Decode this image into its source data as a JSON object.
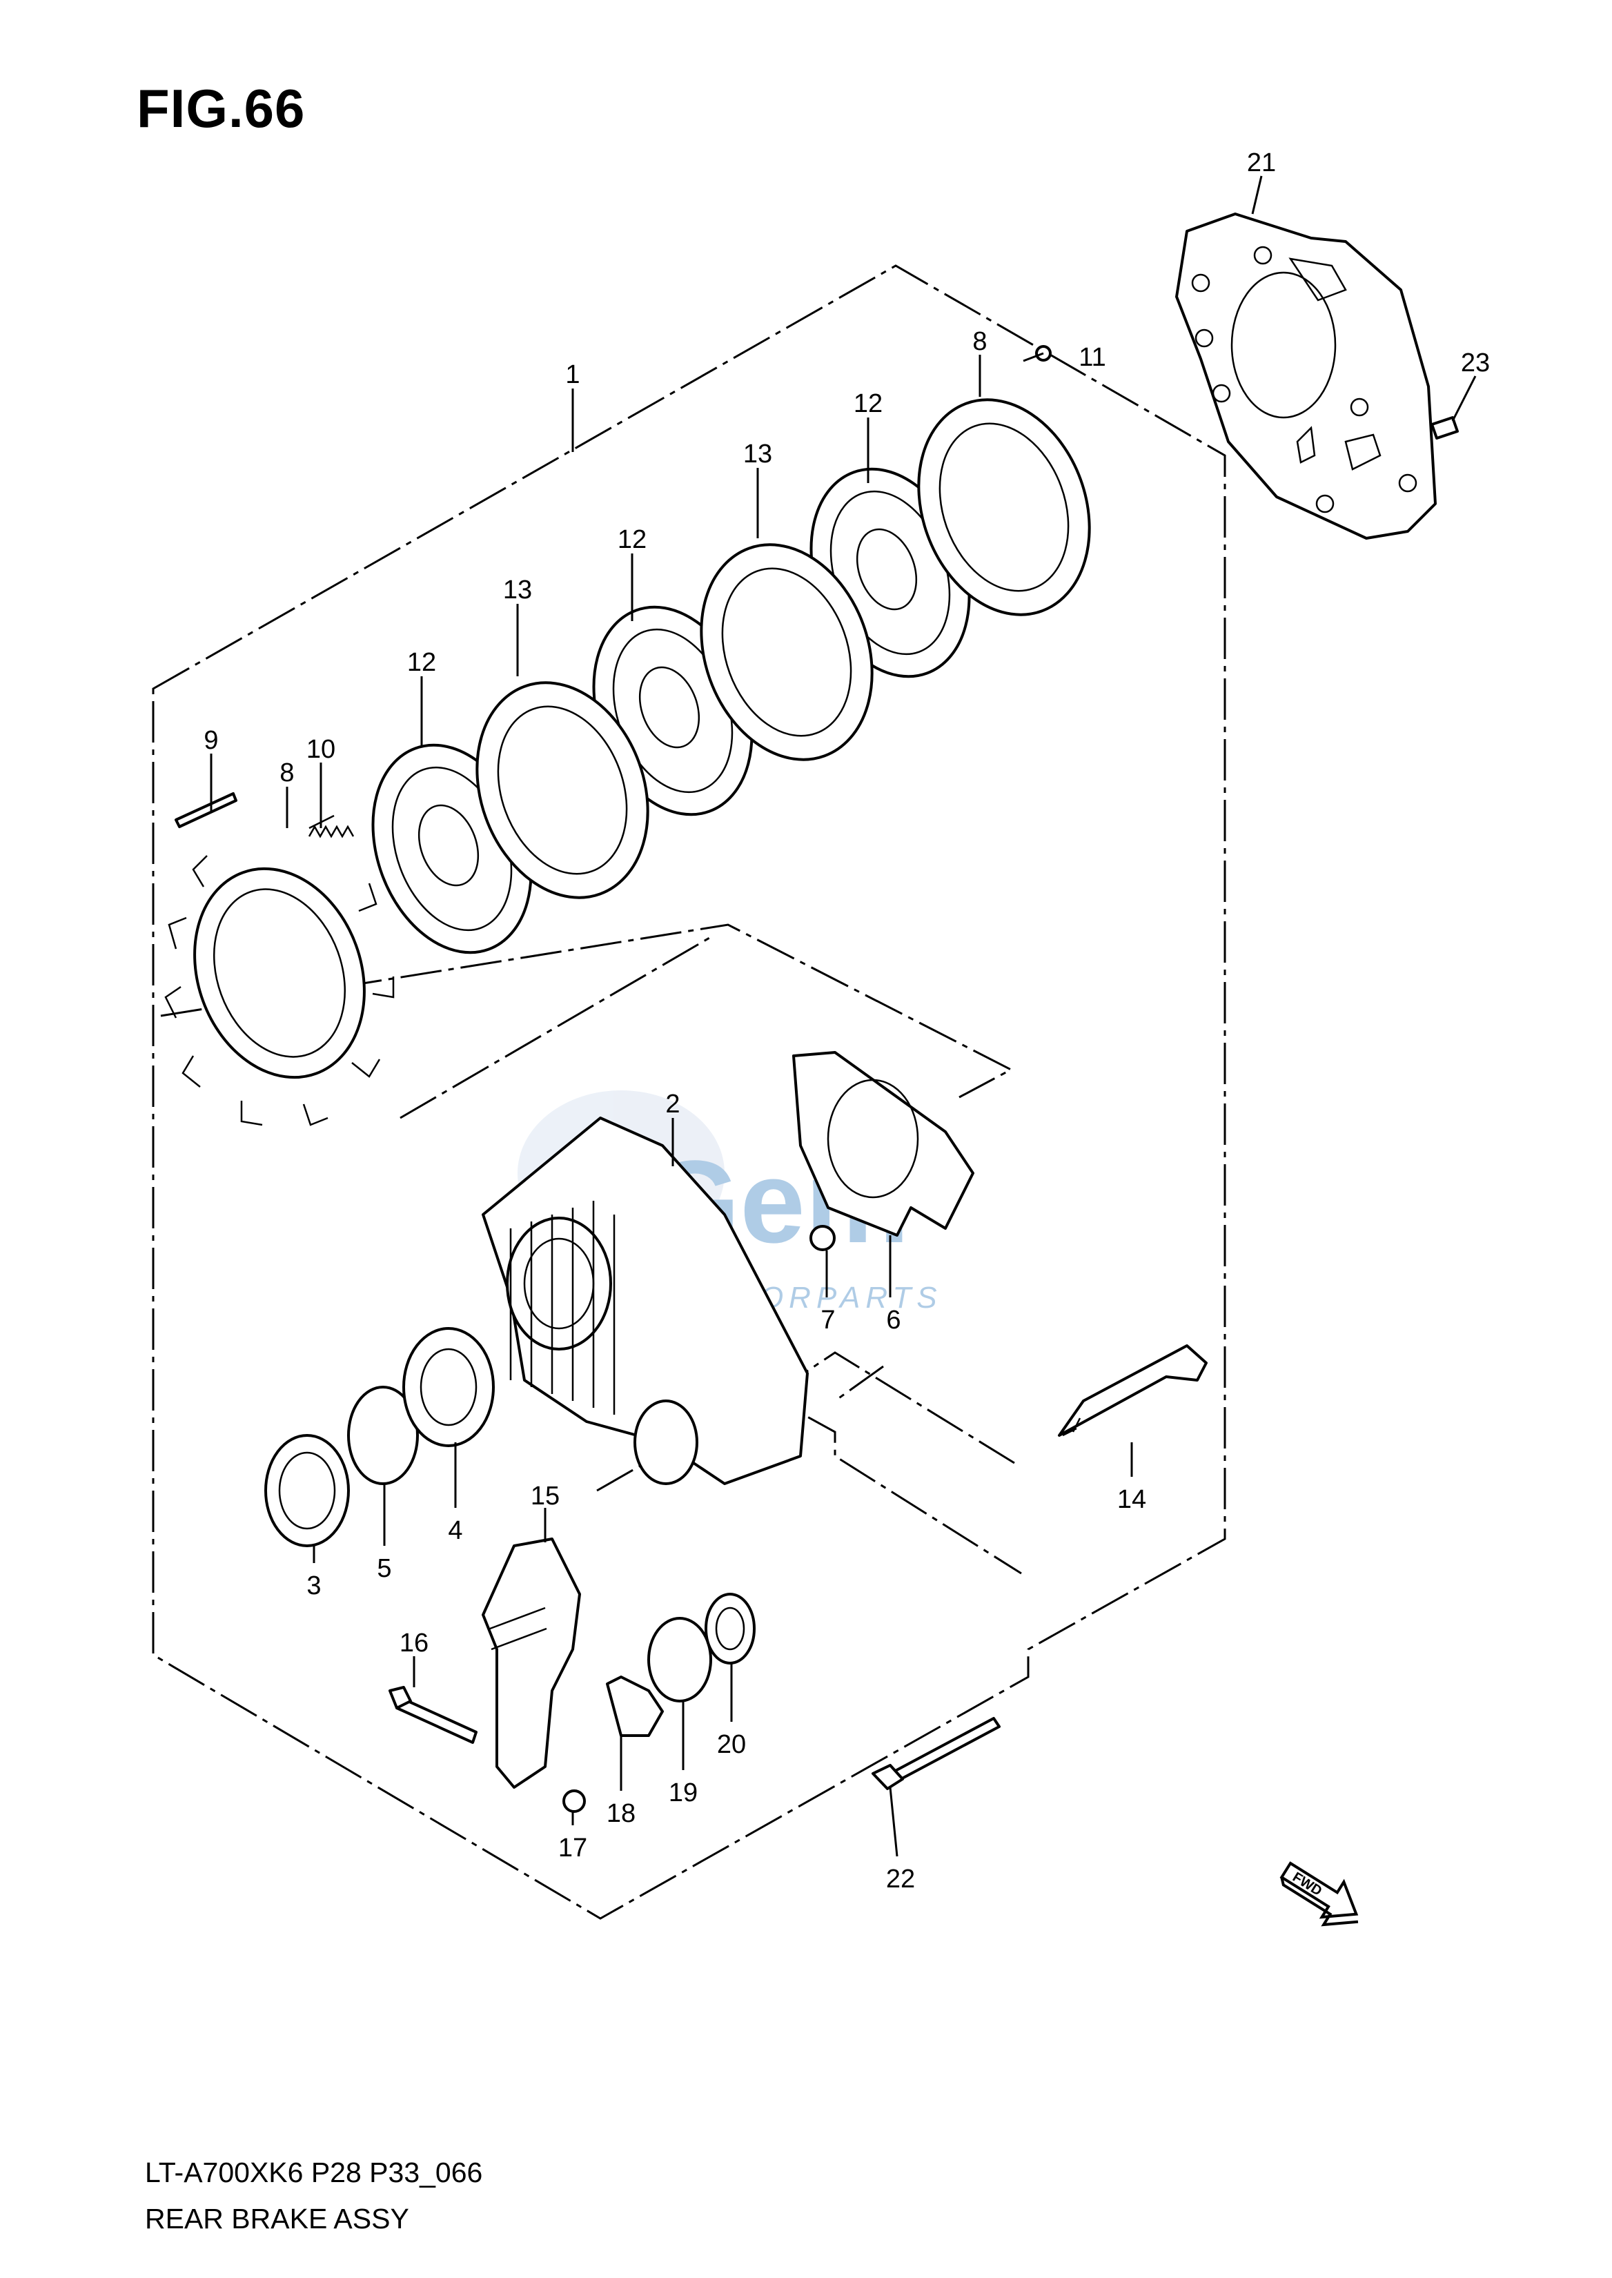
{
  "figure": {
    "title": "FIG.66",
    "model_code": "LT-A700XK6  P28  P33_066",
    "assembly_name": "REAR BRAKE ASSY"
  },
  "callouts": [
    "1",
    "2",
    "3",
    "4",
    "5",
    "6",
    "7",
    "8",
    "8",
    "9",
    "10",
    "11",
    "12",
    "12",
    "12",
    "13",
    "13",
    "14",
    "15",
    "16",
    "17",
    "18",
    "19",
    "20",
    "21",
    "22",
    "23"
  ],
  "direction_arrow": {
    "label": "FWD",
    "icon": "fwd-arrow-icon"
  },
  "watermark": {
    "text_main": "Gem",
    "text_sub": "MOTORPARTS",
    "color": "#1e6fb8"
  }
}
